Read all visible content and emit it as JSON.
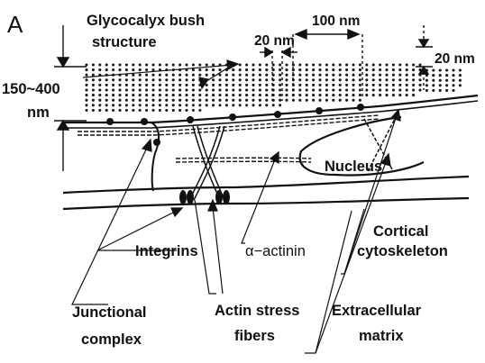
{
  "panel_label": "A",
  "labels": {
    "glycocalyx_line1": "Glycocalyx bush",
    "glycocalyx_line2": "structure",
    "thickness_line1": "150~400",
    "thickness_line2": "nm",
    "spacing_100": "100 nm",
    "spacing_20": "20 nm",
    "fiber_20": "20 nm",
    "nucleus": "Nucleus",
    "integrins": "Integrins",
    "alpha_actinin": "α−actinin",
    "cortical_line1": "Cortical",
    "cortical_line2": "cytoskeleton",
    "junctional_line1": "Junctional",
    "junctional_line2": "complex",
    "stress_line1": "Actin stress",
    "stress_line2": "fibers",
    "ecm_line1": "Extracellular",
    "ecm_line2": "matrix"
  }
}
